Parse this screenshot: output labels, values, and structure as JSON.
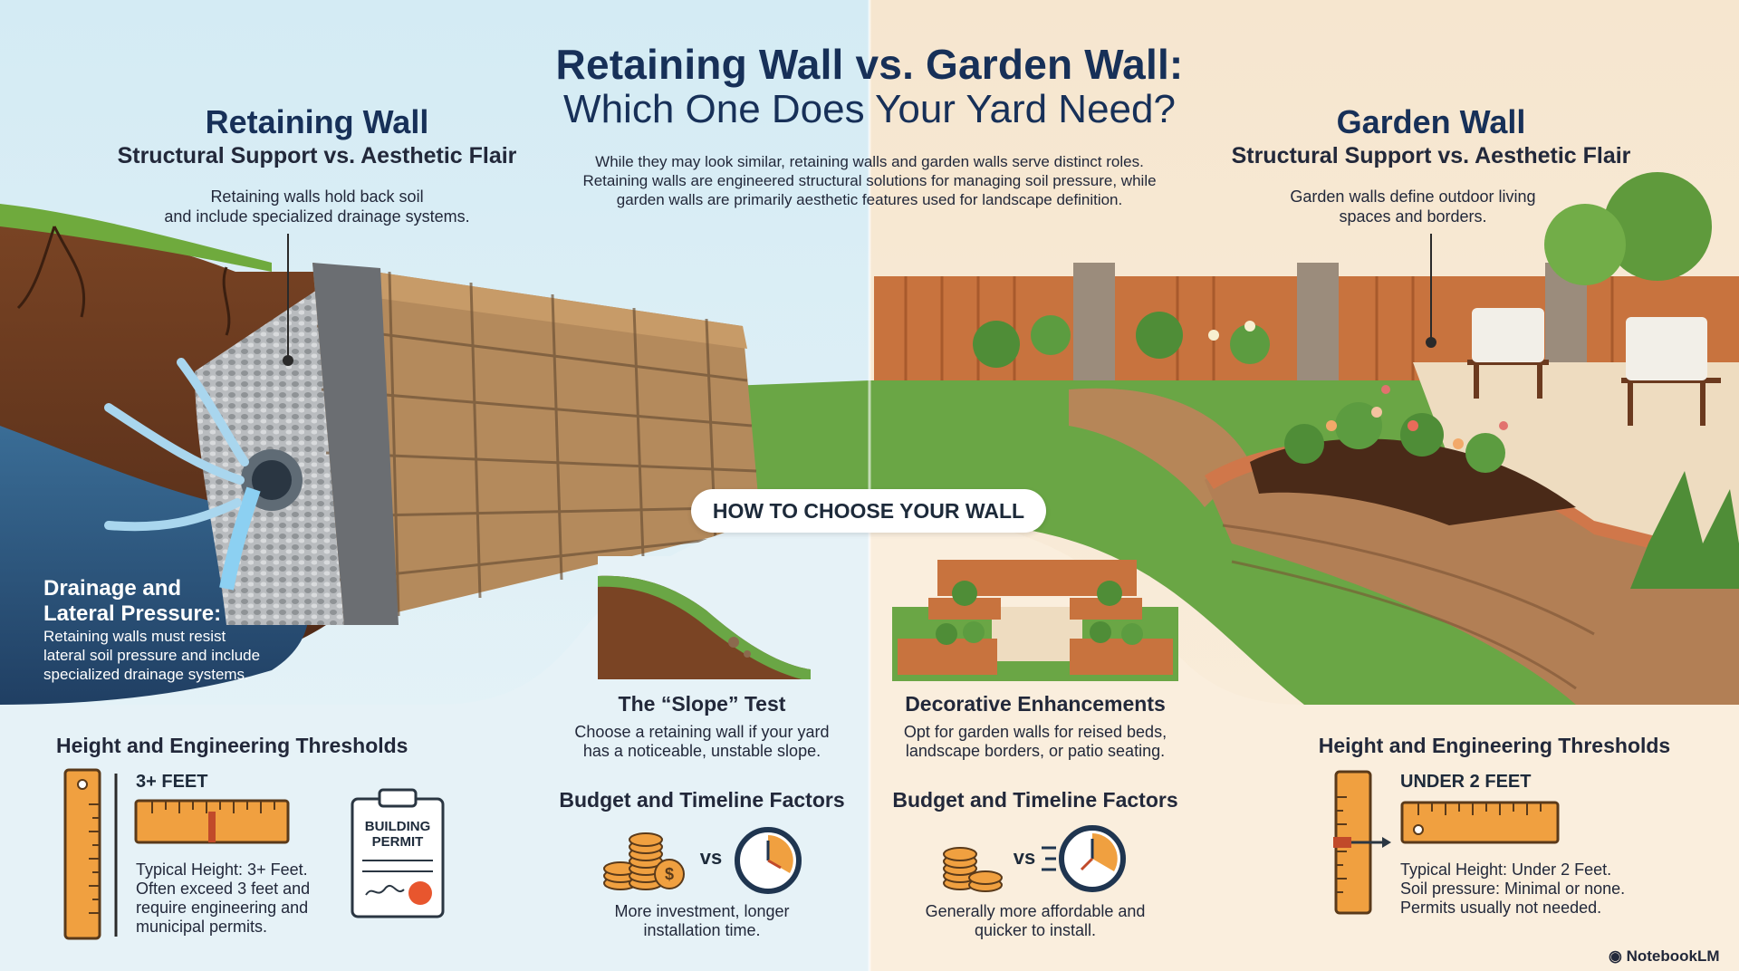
{
  "header": {
    "title": "Retaining Wall vs. Garden Wall:",
    "subtitle": "Which One Does Your Yard Need?",
    "intro_lines": [
      "While they may look similar, retaining walls and garden walls serve distinct roles.",
      "Retaining walls are engineered structural solutions for managing soil pressure, while",
      "garden walls are primarily aesthetic features used for landscape definition."
    ]
  },
  "left": {
    "title": "Retaining Wall",
    "subtitle": "Structural Support vs. Aesthetic Flair",
    "desc_lines": [
      "Retaining walls hold back soil",
      "and include specialized drainage systems."
    ],
    "drainage_title_lines": [
      "Drainage and",
      "Lateral Pressure:"
    ],
    "drainage_lines": [
      "Retaining walls must resist",
      "lateral soil pressure and include",
      "specialized drainage systems."
    ],
    "height_title": "Height and Engineering Thresholds",
    "height_label": "3+ FEET",
    "height_lines": [
      "Typical Height: 3+ Feet.",
      "Often exceed 3 feet and",
      "require engineering and",
      "municipal permits."
    ],
    "permit_lines": [
      "BUILDING",
      "PERMIT"
    ]
  },
  "right": {
    "title": "Garden Wall",
    "subtitle": "Structural Support vs. Aesthetic Flair",
    "desc_lines": [
      "Garden walls define outdoor living",
      "spaces and borders."
    ],
    "height_title": "Height and Engineering Thresholds",
    "height_label": "UNDER 2 FEET",
    "height_lines": [
      "Typical Height: Under 2 Feet.",
      "Soil pressure: Minimal or none.",
      "Permits usually not needed."
    ]
  },
  "center": {
    "badge": "HOW TO CHOOSE YOUR WALL",
    "slope_title": "The “Slope” Test",
    "slope_lines": [
      "Choose a retaining wall if your yard",
      "has a noticeable, unstable slope."
    ],
    "deco_title": "Decorative Enhancements",
    "deco_lines": [
      "Opt for garden walls for reised beds,",
      "landscape borders, or patio seating."
    ],
    "budget_title": "Budget and Timeline Factors",
    "vs": "vs",
    "budget_left_lines": [
      "More investment, longer",
      "installation time."
    ],
    "budget_right_lines": [
      "Generally more affordable and",
      "quicker to install."
    ]
  },
  "brand": "NotebookLM",
  "colors": {
    "sky_left": "#dbeef6",
    "bg_right": "#f8e9d4",
    "navy_text": "#173058",
    "grass": "#5f9a3c",
    "soil": "#6b3a1f",
    "stone": "#b98b5e",
    "brick": "#c8683a",
    "water": "#5aa6d6",
    "ruler": "#f0a040"
  }
}
